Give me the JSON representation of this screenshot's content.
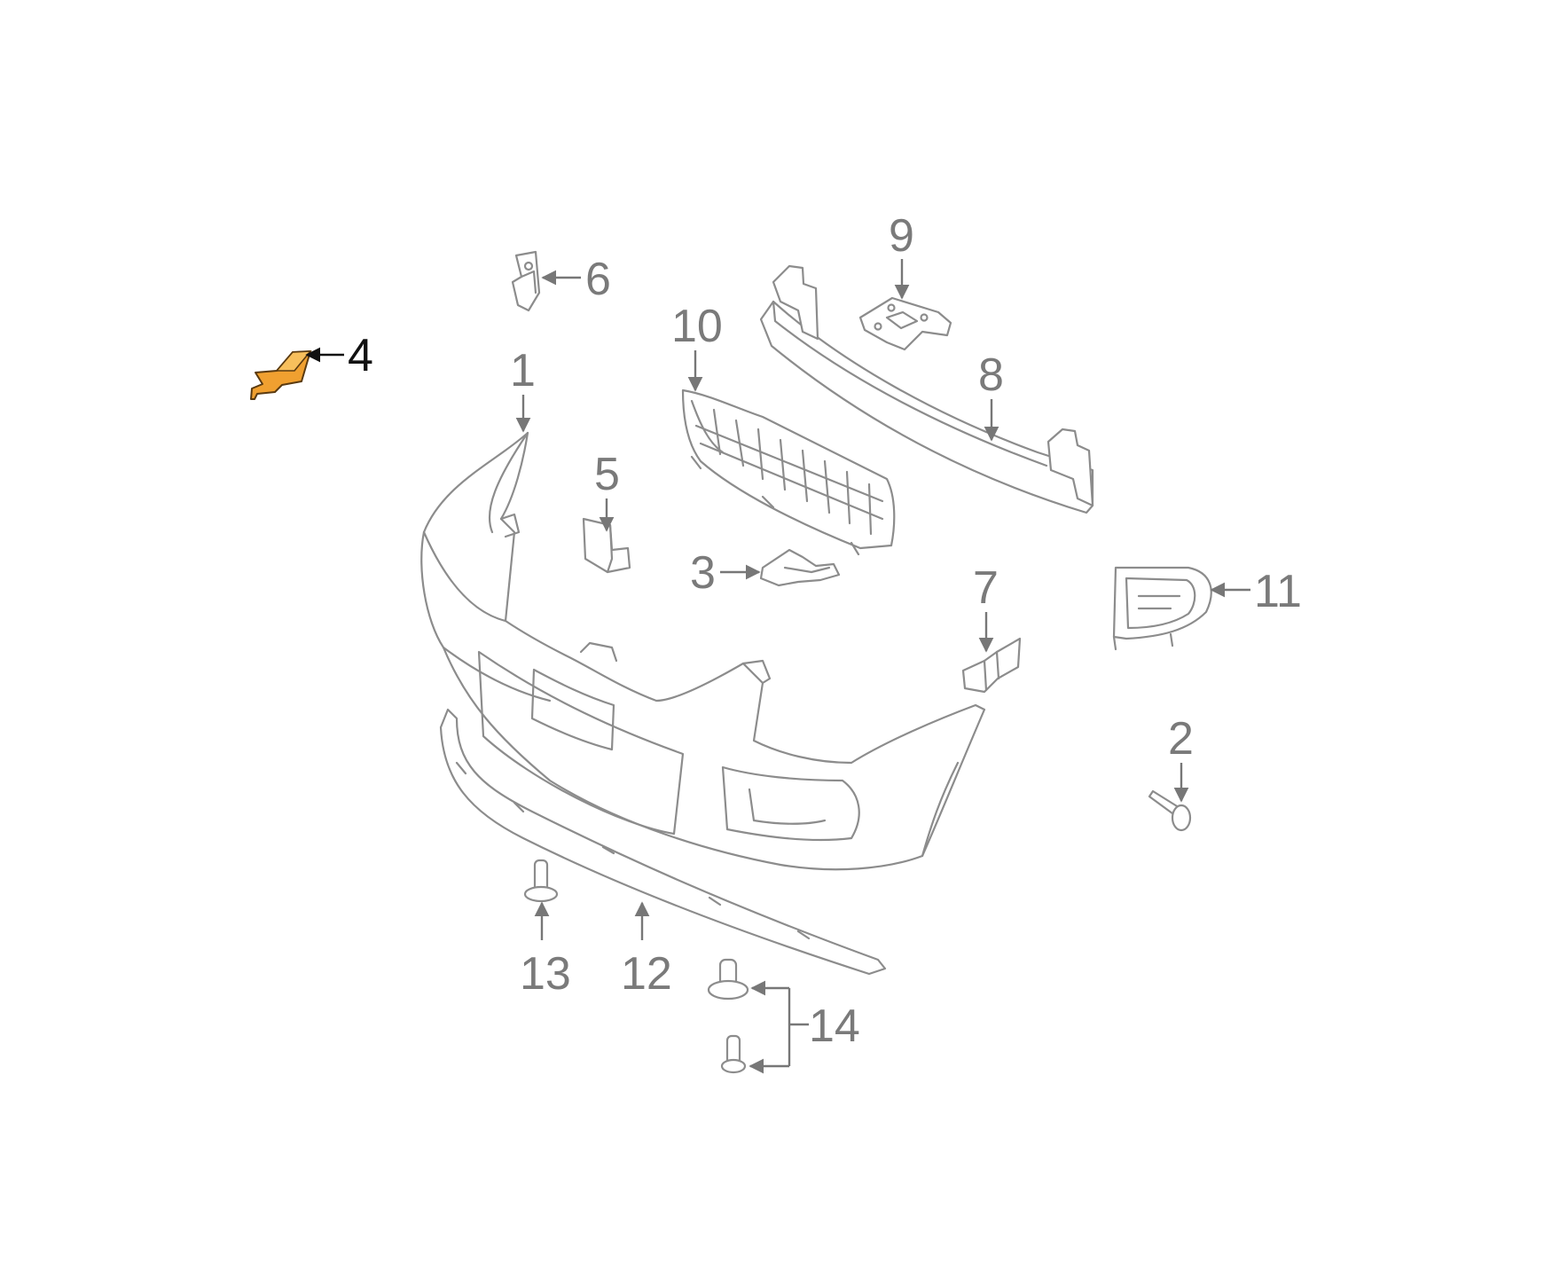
{
  "colors": {
    "line": "#8c8c8c",
    "callout": "#7a7a7a",
    "highlight_fill": "#f0a030",
    "highlight_stroke": "#5a3a10",
    "highlight_label": "#111111",
    "background": "#ffffff"
  },
  "highlighted_part": "4",
  "callouts": {
    "p1": "1",
    "p2": "2",
    "p3": "3",
    "p4": "4",
    "p5": "5",
    "p6": "6",
    "p7": "7",
    "p8": "8",
    "p9": "9",
    "p10": "10",
    "p11": "11",
    "p12": "12",
    "p13": "13",
    "p14": "14"
  }
}
